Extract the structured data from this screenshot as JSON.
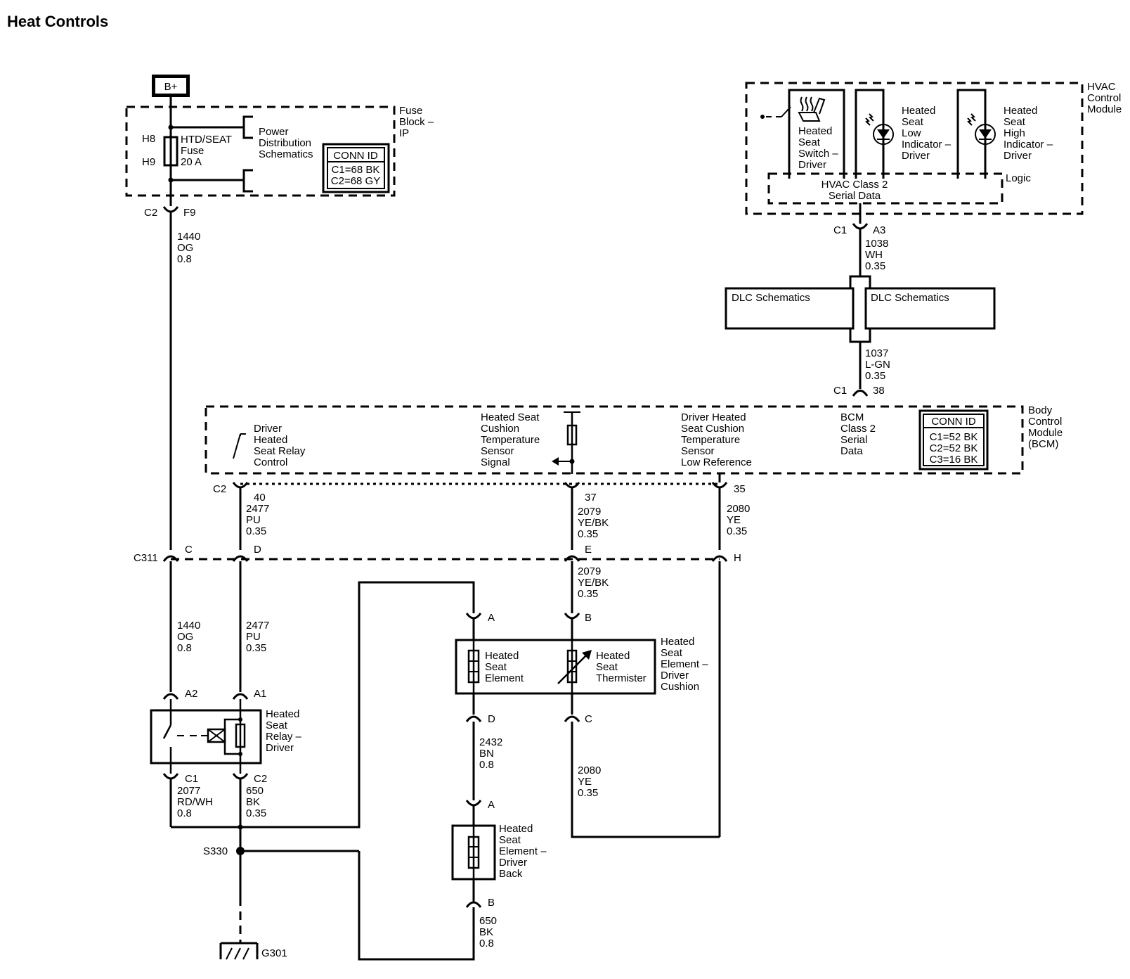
{
  "title": "Heat Controls",
  "battery": "B+",
  "fuse_block": {
    "label": [
      "Fuse",
      "Block –",
      "IP"
    ],
    "fuse_label": [
      "HTD/SEAT",
      "Fuse",
      "20 A"
    ],
    "pins": [
      "H8",
      "H9"
    ],
    "power_dist": [
      "Power",
      "Distribution",
      "Schematics"
    ],
    "conn_id": {
      "title": "CONN ID",
      "rows": [
        "C1=68 BK",
        "C2=68 GY"
      ]
    },
    "connector": {
      "name": "C2",
      "pin": "F9"
    }
  },
  "wire_1440_top": [
    "1440",
    "OG",
    "0.8"
  ],
  "hvac": {
    "label": [
      "HVAC",
      "Control",
      "Module"
    ],
    "switch_label": [
      "Heated",
      "Seat",
      "Switch –",
      "Driver"
    ],
    "low_label": [
      "Heated",
      "Seat",
      "Low",
      "Indicator –",
      "Driver"
    ],
    "high_label": [
      "Heated",
      "Seat",
      "High",
      "Indicator –",
      "Driver"
    ],
    "logic": "Logic",
    "serial": [
      "HVAC Class 2",
      "Serial Data"
    ],
    "connector": {
      "name": "C1",
      "pin": "A3"
    }
  },
  "wire_1038": [
    "1038",
    "WH",
    "0.35"
  ],
  "dlc": [
    "DLC Schematics",
    "DLC Schematics"
  ],
  "wire_1037": [
    "1037",
    "L-GN",
    "0.35"
  ],
  "bcm_connector": {
    "name": "C1",
    "pin": "38"
  },
  "bcm": {
    "label": [
      "Body",
      "Control",
      "Module",
      "(BCM)"
    ],
    "relay_control": [
      "Driver",
      "Heated",
      "Seat Relay",
      "Control"
    ],
    "temp_signal": [
      "Heated Seat",
      "Cushion",
      "Temperature",
      "Sensor",
      "Signal"
    ],
    "low_ref": [
      "Driver Heated",
      "Seat Cushion",
      "Temperature",
      "Sensor",
      "Low Reference"
    ],
    "class2": [
      "BCM",
      "Class 2",
      "Serial",
      "Data"
    ],
    "conn_id": {
      "title": "CONN ID",
      "rows": [
        "C1=52 BK",
        "C2=52 BK",
        "C3=16 BK"
      ]
    }
  },
  "bcm_pins": {
    "connector": "C2",
    "p40": "40",
    "p37": "37",
    "p35": "35"
  },
  "wire_2477_top": [
    "2477",
    "PU",
    "0.35"
  ],
  "wire_2079_top": [
    "2079",
    "YE/BK",
    "0.35"
  ],
  "wire_2080_top": [
    "2080",
    "YE",
    "0.35"
  ],
  "c311": {
    "name": "C311",
    "pins": [
      "C",
      "D",
      "E",
      "H"
    ]
  },
  "wire_2079_bot": [
    "2079",
    "YE/BK",
    "0.35"
  ],
  "wire_1440_bot": [
    "1440",
    "OG",
    "0.8"
  ],
  "wire_2477_bot": [
    "2477",
    "PU",
    "0.35"
  ],
  "relay": {
    "label": [
      "Heated",
      "Seat",
      "Relay –",
      "Driver"
    ],
    "pins": [
      "A2",
      "A1",
      "C1",
      "C2"
    ]
  },
  "wire_2077": [
    "2077",
    "RD/WH",
    "0.8"
  ],
  "wire_650_relay": [
    "650",
    "BK",
    "0.35"
  ],
  "cushion": {
    "label": [
      "Heated",
      "Seat",
      "Element –",
      "Driver",
      "Cushion"
    ],
    "element": [
      "Heated",
      "Seat",
      "Element"
    ],
    "thermister": [
      "Heated",
      "Seat",
      "Thermister"
    ],
    "pins": [
      "A",
      "B",
      "D",
      "C"
    ]
  },
  "wire_2432": [
    "2432",
    "BN",
    "0.8"
  ],
  "wire_2080_bot": [
    "2080",
    "YE",
    "0.35"
  ],
  "back": {
    "label": [
      "Heated",
      "Seat",
      "Element –",
      "Driver",
      "Back"
    ],
    "pins": [
      "A",
      "B"
    ]
  },
  "wire_650_back": [
    "650",
    "BK",
    "0.8"
  ],
  "splice": "S330",
  "ground": "G301"
}
